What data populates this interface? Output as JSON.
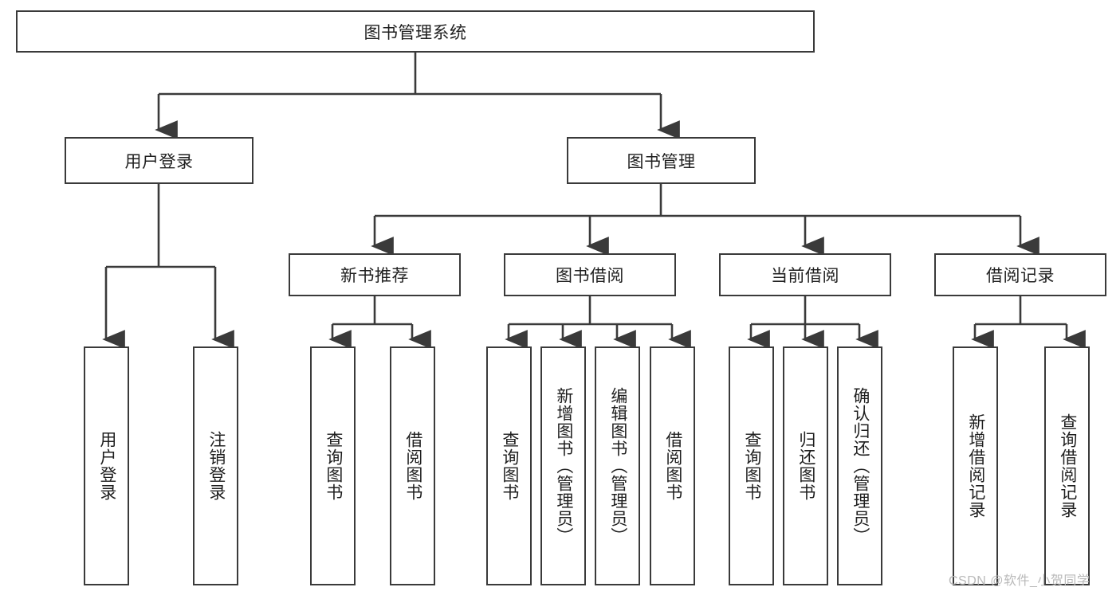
{
  "diagram": {
    "title": "图书管理系统",
    "type": "functional-structure-tree",
    "colors": {
      "background": "#ffffff",
      "box_border": "#3a3a3a",
      "box_fill": "#ffffff",
      "connector": "#3a3a3a",
      "text": "#1f1f1f",
      "watermark": "#b9b9b9"
    },
    "root": {
      "label": "图书管理系统"
    },
    "level1": [
      {
        "label": "用户登录"
      },
      {
        "label": "图书管理"
      }
    ],
    "level2": [
      {
        "label": "新书推荐"
      },
      {
        "label": "图书借阅"
      },
      {
        "label": "当前借阅"
      },
      {
        "label": "借阅记录"
      }
    ],
    "leaves": {
      "user_login": [
        {
          "label": "用户登录"
        },
        {
          "label": "注销登录"
        }
      ],
      "new_book_recommend": [
        {
          "label": "查询图书"
        },
        {
          "label": "借阅图书"
        }
      ],
      "book_borrow": [
        {
          "label": "查询图书"
        },
        {
          "label": "新增图书（管理员）"
        },
        {
          "label": "编辑图书（管理员）"
        },
        {
          "label": "借阅图书"
        }
      ],
      "current_borrow": [
        {
          "label": "查询图书"
        },
        {
          "label": "归还图书"
        },
        {
          "label": "确认归还（管理员）"
        }
      ],
      "borrow_record": [
        {
          "label": "新增借阅记录"
        },
        {
          "label": "查询借阅记录"
        }
      ]
    }
  },
  "watermark": {
    "text": "CSDN @软件_小贺同学"
  }
}
